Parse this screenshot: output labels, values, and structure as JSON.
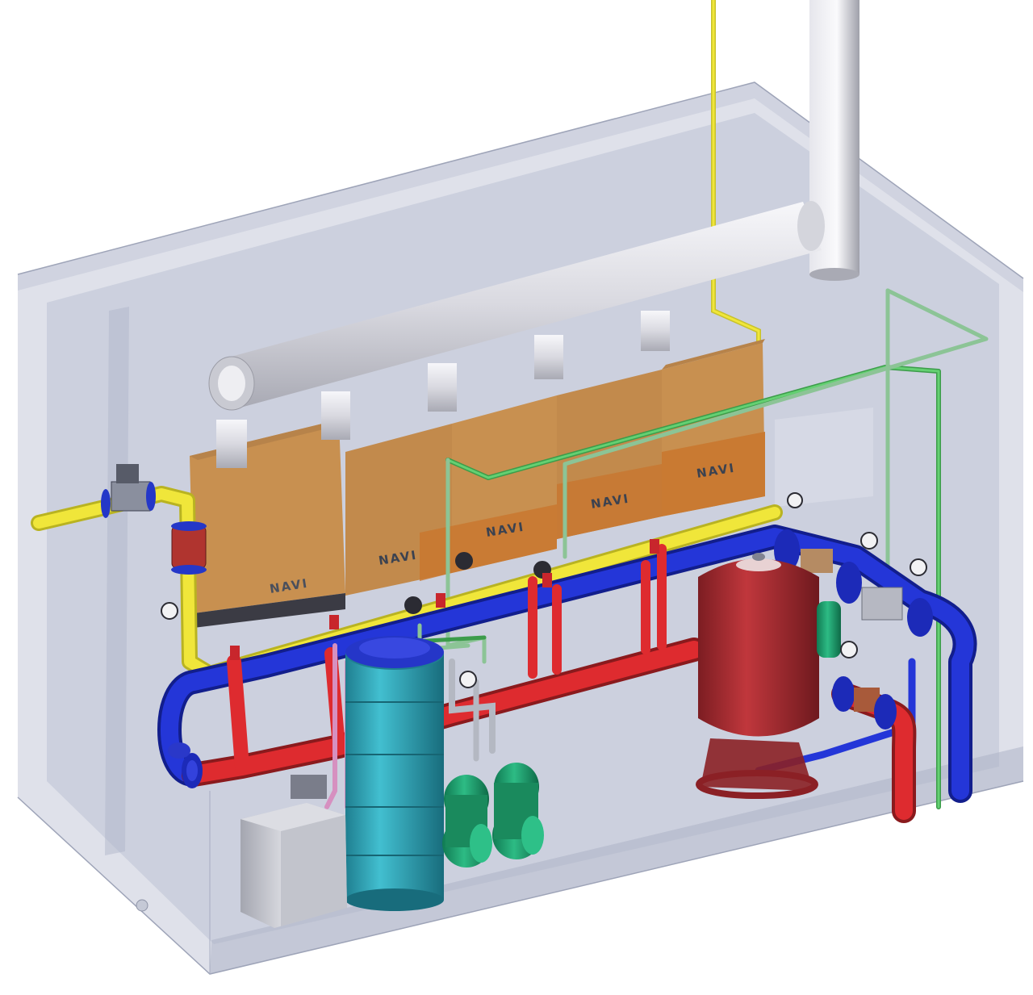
{
  "diagram": {
    "boilers": [
      {
        "brand": "NAVI"
      },
      {
        "brand": "NAVI"
      },
      {
        "brand": "NAVI"
      },
      {
        "brand": "NAVI"
      },
      {
        "brand": "NAVI"
      }
    ]
  },
  "colors": {
    "room_wall": "#b6bccf",
    "gas_pipe": "#f0e63a",
    "supply_pipe": "#d8262b",
    "return_pipe": "#1f2fd0",
    "cold_water_pipe": "#4fb75a",
    "boiler_body": "#c8904f",
    "flue_pipe": "#e9e9ee",
    "storage_tank": "#2ea5b8",
    "expansion_tank": "#a62a2f",
    "pump": "#1f9b6a"
  }
}
